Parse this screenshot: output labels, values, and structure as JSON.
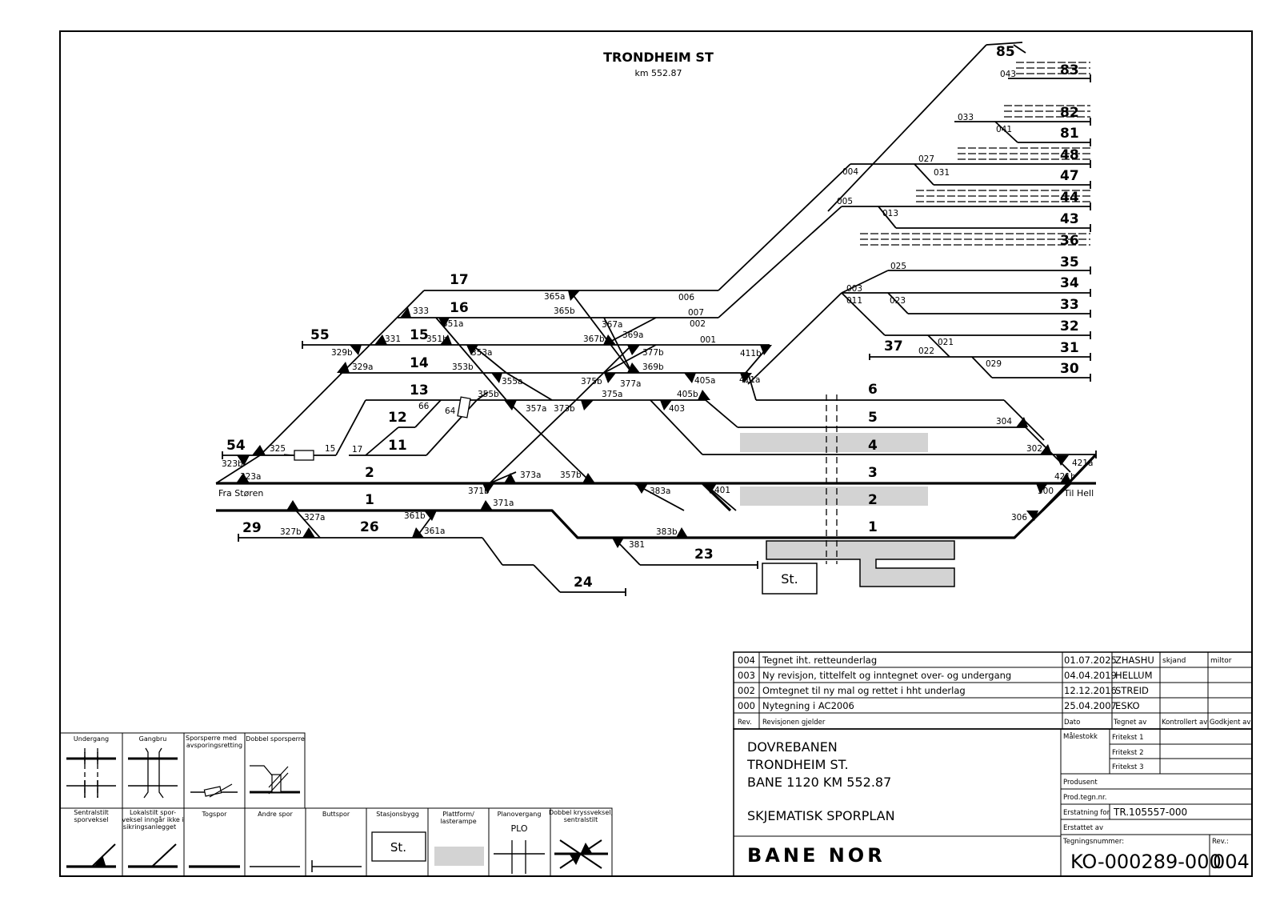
{
  "header": {
    "title": "TRONDHEIM ST",
    "km": "km 552.87"
  },
  "directions": {
    "left": "Fra Støren",
    "right": "Til Hell"
  },
  "track_numbers": {
    "t85": "85",
    "t83": "83",
    "t82": "82",
    "t81": "81",
    "t48": "48",
    "t47": "47",
    "t44": "44",
    "t43": "43",
    "t36": "36",
    "t35": "35",
    "t34": "34",
    "t33": "33",
    "t32": "32",
    "t31": "31",
    "t30": "30",
    "t37": "37",
    "t17": "17",
    "t16": "16",
    "t15": "15",
    "t14": "14",
    "t13": "13",
    "t12": "12",
    "t11": "11",
    "t55": "55",
    "t54": "54",
    "t2": "2",
    "t1": "1",
    "t29": "29",
    "t26": "26",
    "t24": "24",
    "t23": "23",
    "m6": "6",
    "m5": "5",
    "m4": "4",
    "m3": "3",
    "m2": "2",
    "m1": "1"
  },
  "switch_labels": {
    "s043": "043",
    "s033": "033",
    "s041": "041",
    "s027": "027",
    "s031": "031",
    "s004": "004",
    "s005": "005",
    "s013": "013",
    "s025": "025",
    "s003": "003",
    "s011": "011",
    "s023": "023",
    "s021": "021",
    "s022": "022",
    "s029": "029",
    "s365a": "365a",
    "s365b": "365b",
    "s006": "006",
    "s007": "007",
    "s002": "002",
    "s001": "001",
    "s333": "333",
    "s351a": "351a",
    "s331": "331",
    "s351b": "351b",
    "s367a": "367a",
    "s367b": "367b",
    "s369a": "369a",
    "s377b": "377b",
    "s369b": "369b",
    "s411b": "411b",
    "s411a": "411a",
    "s329b": "329b",
    "s329a": "329a",
    "s353a": "353a",
    "s353b": "353b",
    "s355a": "355a",
    "s375b": "375b",
    "s377a": "377a",
    "s405a": "405a",
    "s355b": "355b",
    "s357a": "357a",
    "s373b": "373b",
    "s375a": "375a",
    "s405b": "405b",
    "s403": "403",
    "s66": "66",
    "s64": "64",
    "s15": "15",
    "s17": "17",
    "s325": "325",
    "s323b": "323b",
    "s323a": "323a",
    "s373a": "373a",
    "s357b": "357b",
    "s371b": "371b",
    "s371a": "371a",
    "s383a": "383a",
    "s401": "401",
    "s327a": "327a",
    "s327b": "327b",
    "s361b": "361b",
    "s361a": "361a",
    "s383b": "383b",
    "s381": "381",
    "s304": "304",
    "s302": "302",
    "s421a": "421a",
    "s421b": "421b",
    "s300": "300",
    "s306": "306"
  },
  "station_building": "St.",
  "revisions": [
    {
      "rev": "004",
      "text": "Tegnet iht. retteunderlag",
      "date": "01.07.2025",
      "by": "ZHASHU",
      "ctrl": "skjand",
      "appr": "miltor"
    },
    {
      "rev": "003",
      "text": "Ny revisjon, tittelfelt og inntegnet over- og undergang",
      "date": "04.04.2019",
      "by": "HELLUM",
      "ctrl": "",
      "appr": ""
    },
    {
      "rev": "002",
      "text": "Omtegnet til ny mal og rettet i hht underlag",
      "date": "12.12.2016",
      "by": "STREID",
      "ctrl": "",
      "appr": ""
    },
    {
      "rev": "000",
      "text": "Nytegning i AC2006",
      "date": "25.04.2007",
      "by": "ESKO",
      "ctrl": "",
      "appr": ""
    }
  ],
  "rev_header": {
    "rev": "Rev.",
    "text": "Revisjonen gjelder",
    "date": "Dato",
    "by": "Tegnet av",
    "ctrl": "Kontrollert av",
    "appr": "Godkjent av"
  },
  "title_block": {
    "line1": "DOVREBANEN",
    "line2": "TRONDHEIM ST.",
    "line3": "BANE 1120 KM 552.87",
    "line4": "SKJEMATISK SPORPLAN",
    "malestokk": "Målestokk",
    "fritekst1": "Fritekst 1",
    "fritekst2": "Fritekst 2",
    "fritekst3": "Fritekst 3",
    "produsent": "Produsent",
    "prodtegn": "Prod.tegn.nr.",
    "erstatning_label": "Erstatning for",
    "erstatning_value": "TR.105557-000",
    "erstattet": "Erstattet av",
    "tegn_label": "Tegningsnummer:",
    "tegn_value": "KO-000289-000",
    "rev_label": "Rev.:",
    "rev_value": "004",
    "logo": "BANE NOR"
  },
  "legend": {
    "undergang": "Undergang",
    "gangbru": "Gangbru",
    "sporsperre1": "Sporsperre med",
    "sporsperre2": "avsporingsretting",
    "dobbel_sporsperre": "Dobbel sporsperre",
    "sentral1": "Sentralstilt",
    "sentral2": "sporveksel",
    "lokal1": "Lokalstilt spor-",
    "lokal2": "veksel inngår ikke i",
    "lokal3": "sikringsanlegget",
    "togspor": "Togspor",
    "andre": "Andre spor",
    "butt": "Buttspor",
    "stasjon": "Stasjonsbygg",
    "stasjon_sym": "St.",
    "plattform1": "Plattform/",
    "plattform2": "lasterampe",
    "plan": "Planovergang",
    "plan_sym": "PLO",
    "dkv1": "Dobbel kryssveksel,",
    "dkv2": "sentralstilt"
  }
}
